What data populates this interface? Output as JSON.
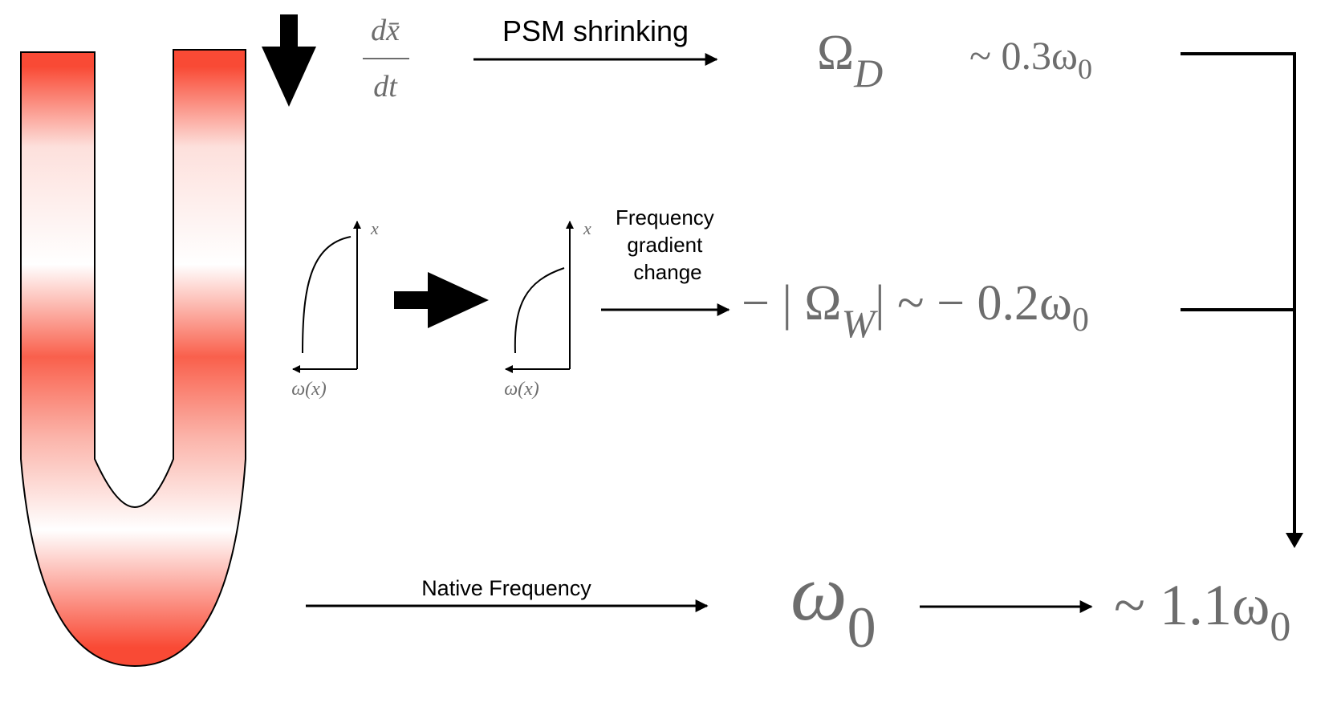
{
  "colors": {
    "gradient_red": "#f94a35",
    "gradient_white": "#ffffff",
    "line": "#000000",
    "math_gray": "#6d6d6d"
  },
  "top_row": {
    "derivative": {
      "numerator": "dx̄",
      "denominator": "dt"
    },
    "arrow_label": "PSM shrinking",
    "result": "Ω",
    "result_sub": "D",
    "approx": "~ 0.3ω",
    "approx_sub": "0"
  },
  "middle_row": {
    "graph_axis_y": "x",
    "graph_axis_x": "ω(x)",
    "arrow_label_lines": [
      "Frequency",
      "gradient",
      "change"
    ],
    "result": "− | Ω",
    "result_sub": "W",
    "result_tail": "| ~ − 0.2ω",
    "result_tail_sub": "0"
  },
  "bottom_row": {
    "arrow_label": "Native Frequency",
    "omega": "ω",
    "omega_sub": "0",
    "total": "~ 1.1ω",
    "total_sub": "0"
  }
}
